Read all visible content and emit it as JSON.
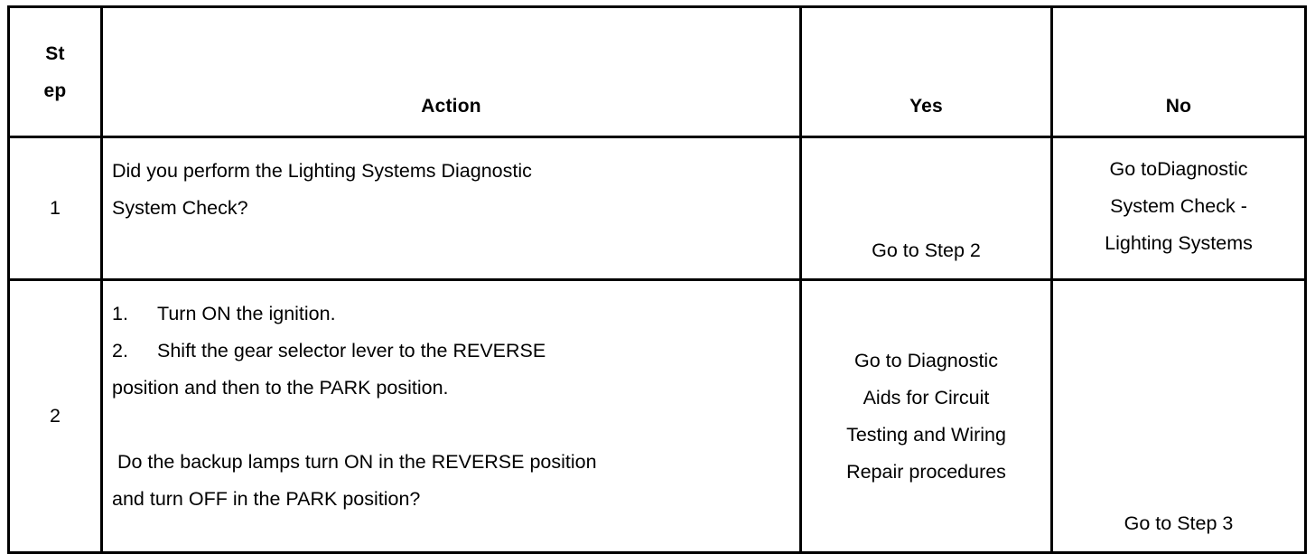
{
  "table": {
    "headers": {
      "step": [
        "St",
        "ep"
      ],
      "action": "Action",
      "yes": "Yes",
      "no": "No"
    },
    "rows": [
      {
        "step": "1",
        "action_lines": [
          "Did you perform the Lighting Systems Diagnostic",
          "System Check?"
        ],
        "yes_lines": [
          "Go to Step 2"
        ],
        "no_lines": [
          "Go toDiagnostic",
          "System Check -",
          "Lighting Systems"
        ]
      },
      {
        "step": "2",
        "action_items": [
          {
            "marker": "1.",
            "text": "Turn ON the ignition."
          },
          {
            "marker": "2.",
            "text": "Shift the gear selector lever to the REVERSE"
          }
        ],
        "action_continuation": "position and then to the PARK position.",
        "action_question_lines": [
          " Do the backup lamps turn ON in the REVERSE position",
          "and turn OFF in the PARK position?"
        ],
        "yes_lines": [
          "Go to Diagnostic",
          "Aids for Circuit",
          "Testing and Wiring",
          "Repair procedures"
        ],
        "no_lines": [
          "Go to Step 3"
        ]
      }
    ]
  },
  "colors": {
    "border": "#000000",
    "text": "#000000",
    "background": "#ffffff"
  }
}
